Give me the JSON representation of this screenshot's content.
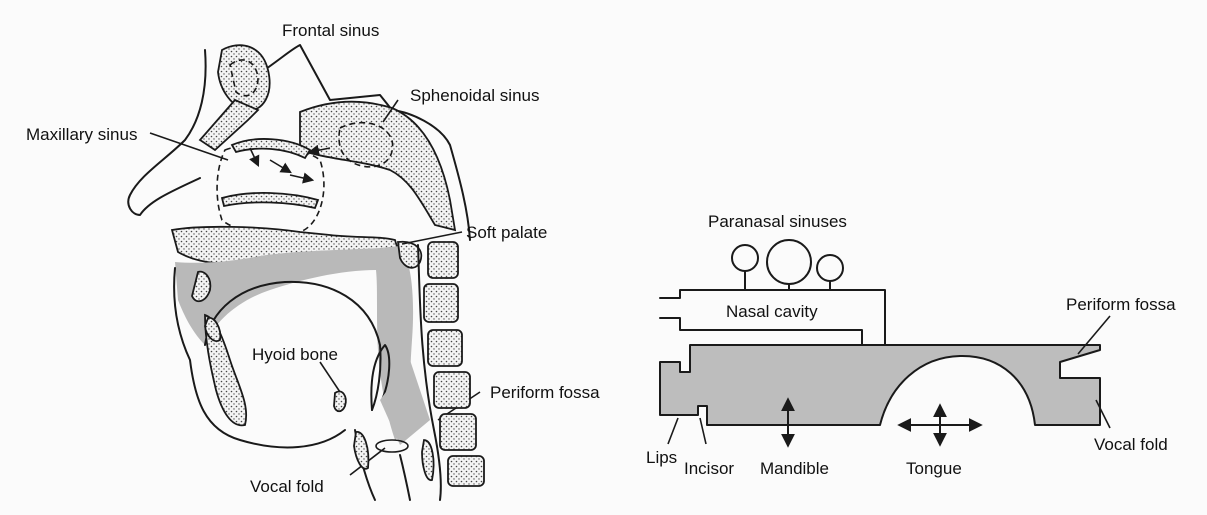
{
  "anatomy_labels": {
    "frontal_sinus": "Frontal sinus",
    "sphenoidal_sinus": "Sphenoidal sinus",
    "maxillary_sinus": "Maxillary sinus",
    "soft_palate": "Soft palate",
    "hyoid_bone": "Hyoid bone",
    "periform_fossa": "Periform fossa",
    "vocal_fold": "Vocal fold"
  },
  "model_labels": {
    "paranasal_sinuses": "Paranasal sinuses",
    "nasal_cavity": "Nasal cavity",
    "periform_fossa": "Periform fossa",
    "lips": "Lips",
    "incisor": "Incisor",
    "mandible": "Mandible",
    "tongue": "Tongue",
    "vocal_fold": "Vocal fold"
  },
  "colors": {
    "tract_fill": "#b9b9b9",
    "line": "#1a1a1a",
    "background": "#fbfbfb"
  }
}
